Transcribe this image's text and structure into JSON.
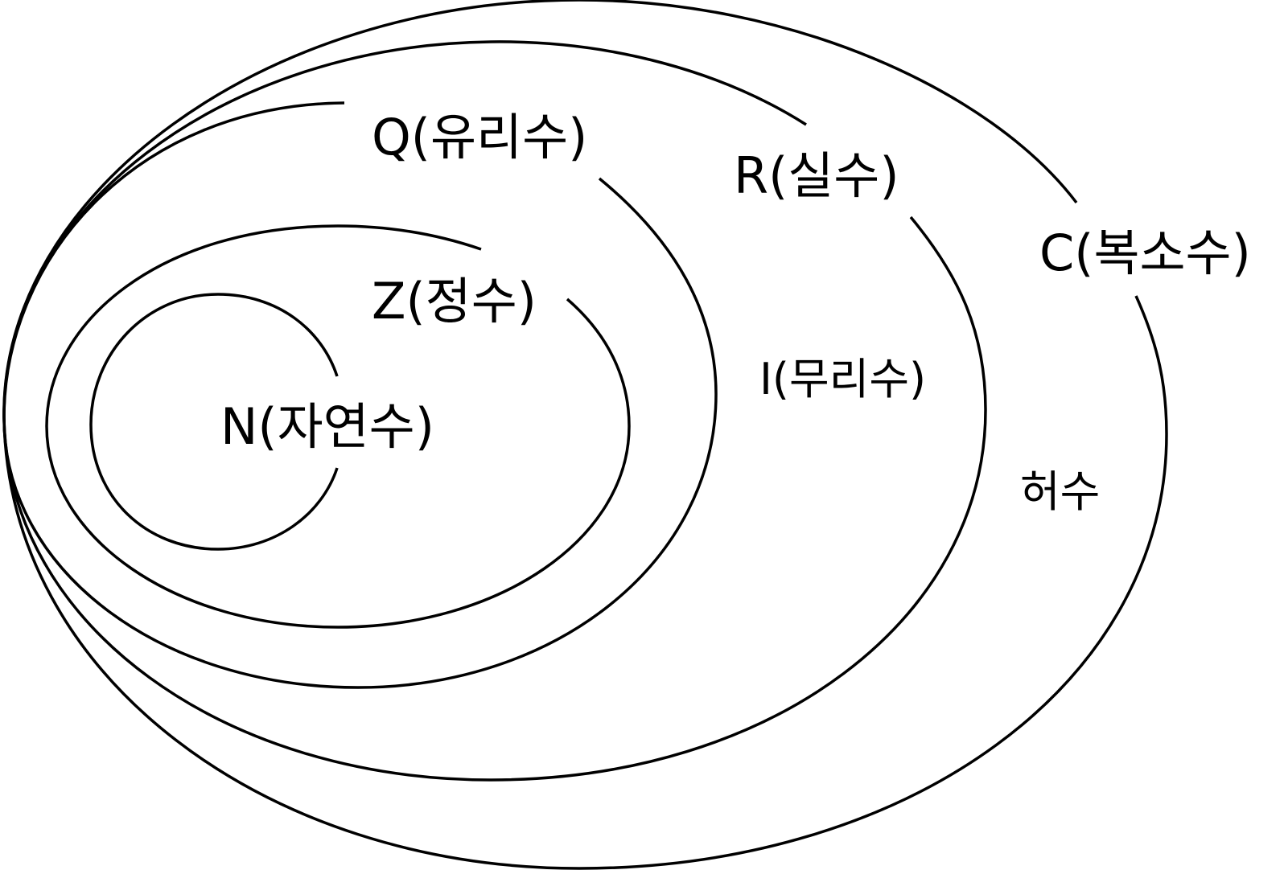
{
  "diagram": {
    "sets": {
      "natural": {
        "label": "N(자연수)"
      },
      "integer": {
        "label": "Z(정수)"
      },
      "rational": {
        "label": "Q(유리수)"
      },
      "real": {
        "label": "R(실수)"
      },
      "complex": {
        "label": "C(복소수)"
      }
    },
    "regions": {
      "irrational": {
        "label": "I(무리수)"
      },
      "imaginary": {
        "label": "허수"
      }
    },
    "stroke_color": "#000000",
    "background_color": "#ffffff"
  }
}
